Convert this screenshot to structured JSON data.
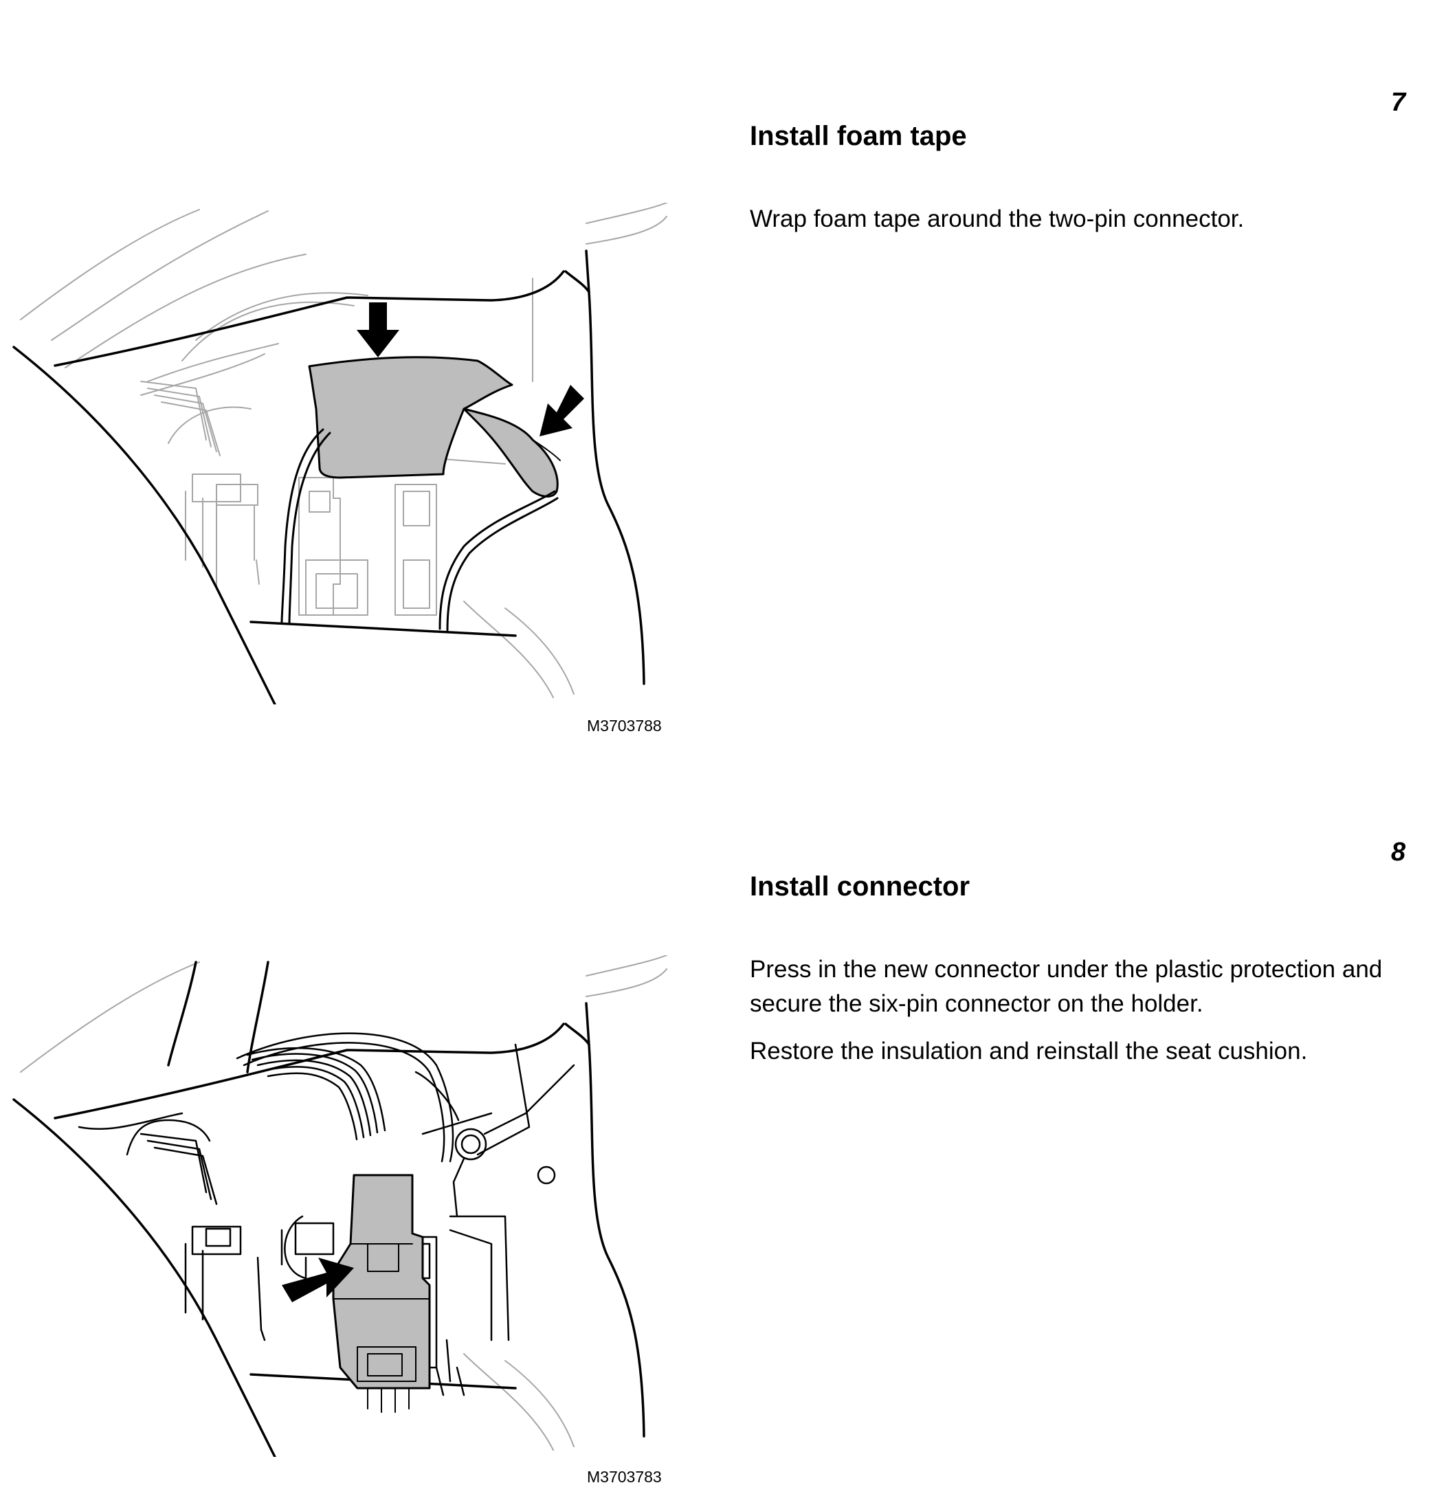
{
  "steps": [
    {
      "number": "7",
      "title": "Install foam tape",
      "paragraphs": [
        "Wrap foam tape around the two-pin connector."
      ],
      "figure_code": "M3703788",
      "illustration_icon": "foam-tape-wrapping-illustration"
    },
    {
      "number": "8",
      "title": "Install connector",
      "paragraphs": [
        "Press in the new connector under the plastic protection and secure the six-pin connector on the holder.",
        "Restore the insulation and reinstall the seat cushion."
      ],
      "figure_code": "M3703783",
      "illustration_icon": "connector-installation-illustration"
    }
  ],
  "colors": {
    "text": "#000000",
    "line_art": "#000000",
    "light_line_art": "#9a9a9a",
    "fill_gray": "#bdbdbd"
  }
}
